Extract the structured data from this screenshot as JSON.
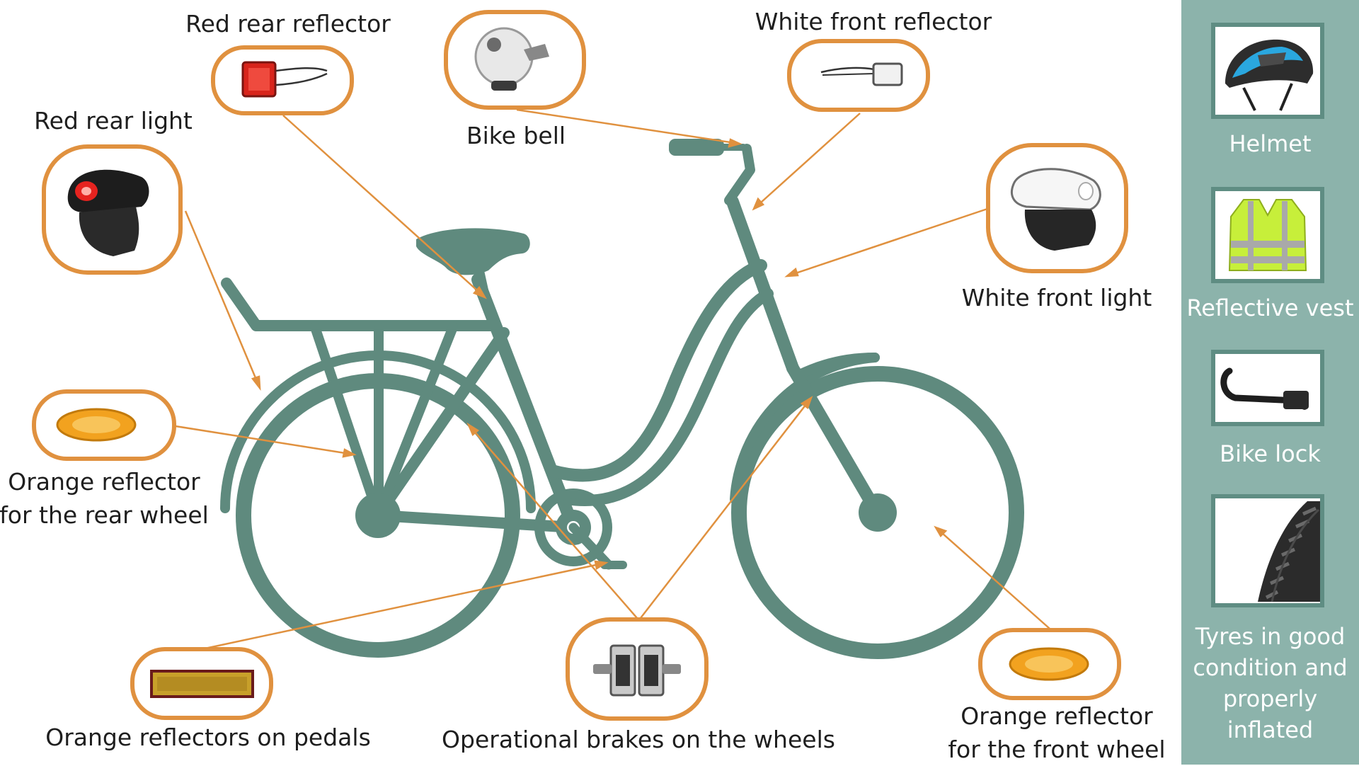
{
  "colors": {
    "bike": "#5f8a7e",
    "callout_border": "#e0913f",
    "pointer_line": "#e0913f",
    "sidebar_bg": "#8cb3ab",
    "sidebar_box_border": "#5f8d83",
    "label_text": "#1e1e1e",
    "sidebar_text": "#ffffff"
  },
  "callouts": {
    "red_rear_reflector": {
      "label": "Red rear reflector",
      "icon": "red-reflector-icon"
    },
    "bike_bell": {
      "label": "Bike bell",
      "icon": "bell-icon"
    },
    "white_front_reflector": {
      "label": "White front reflector",
      "icon": "white-reflector-icon"
    },
    "red_rear_light": {
      "label": "Red rear light",
      "icon": "red-light-icon"
    },
    "white_front_light": {
      "label": "White front light",
      "icon": "white-light-icon"
    },
    "orange_reflector_rear": {
      "label_line1": "Orange reflector",
      "label_line2": "for the rear wheel",
      "icon": "orange-reflector-icon"
    },
    "orange_reflectors_pedals": {
      "label": "Orange reflectors on pedals",
      "icon": "pedal-reflector-icon"
    },
    "operational_brakes": {
      "label": "Operational brakes on the wheels",
      "icon": "brake-pads-icon"
    },
    "orange_reflector_front": {
      "label_line1": "Orange reflector",
      "label_line2": "for the front wheel",
      "icon": "orange-reflector-icon"
    }
  },
  "sidebar": {
    "items": [
      {
        "label": "Helmet",
        "icon": "helmet-icon"
      },
      {
        "label": "Reflective vest",
        "icon": "vest-icon"
      },
      {
        "label": "Bike lock",
        "icon": "lock-icon"
      },
      {
        "label_lines": [
          "Tyres in good",
          "condition and",
          "properly",
          "inflated"
        ],
        "icon": "tyre-icon"
      }
    ]
  }
}
